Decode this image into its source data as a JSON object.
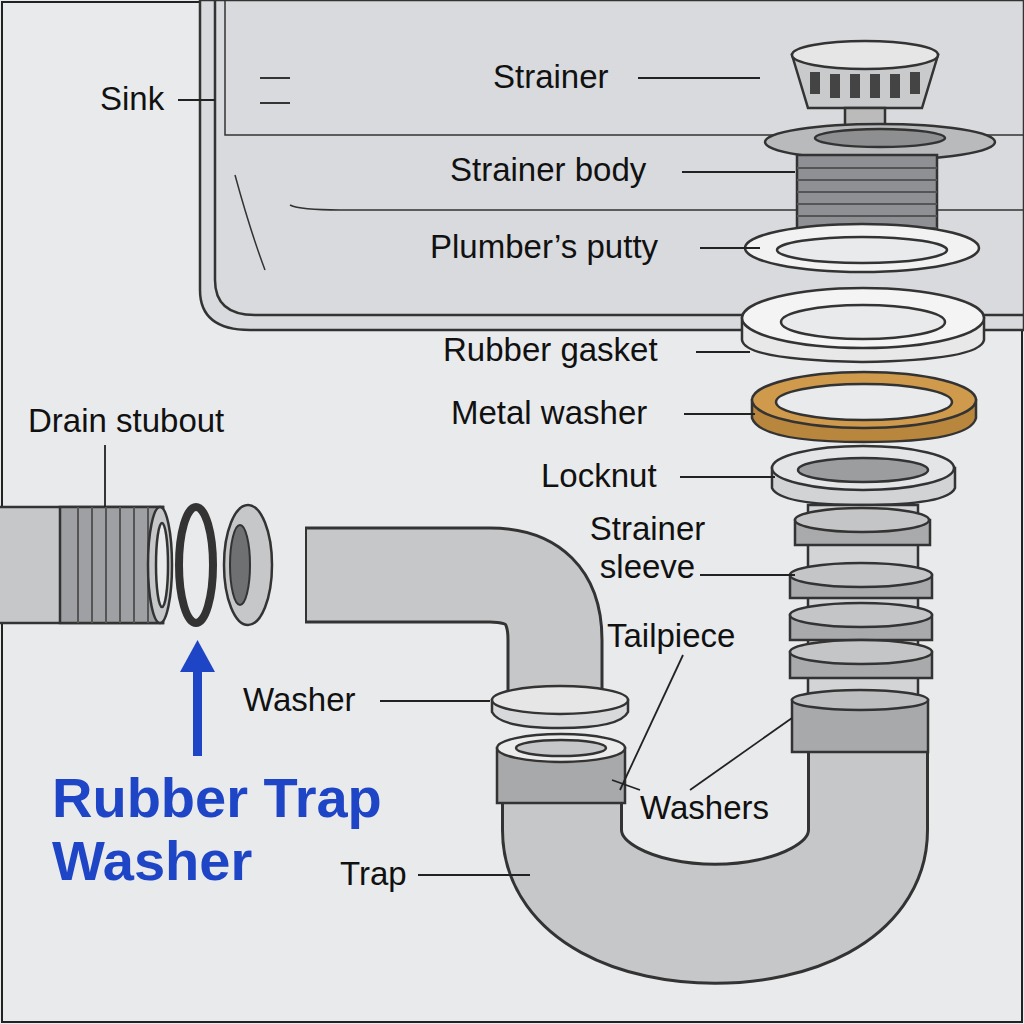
{
  "diagram": {
    "labels": [
      "Sink",
      "Strainer",
      "Strainer body",
      "Plumber’s putty",
      "Rubber gasket",
      "Metal washer",
      "Locknut",
      "Strainer sleeve",
      "Tailpiece",
      "Drain stubout",
      "Washer",
      "Washers",
      "Rubber Trap Washer",
      "Trap"
    ]
  }
}
